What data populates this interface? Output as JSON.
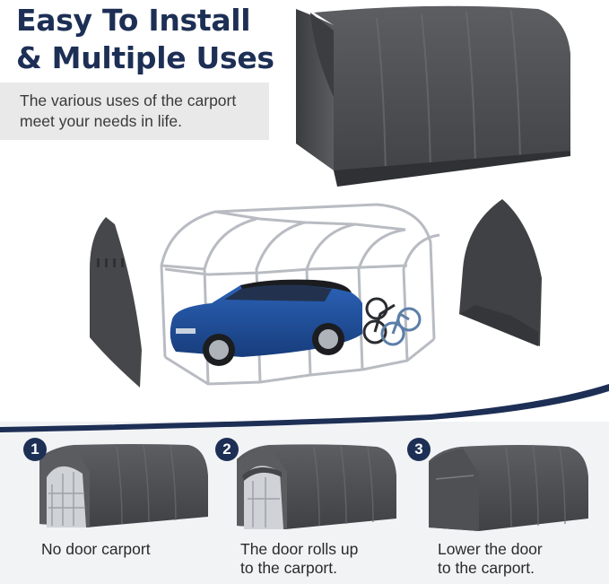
{
  "header": {
    "title_line1": "Easy To Install",
    "title_line2": "& Multiple Uses",
    "subtitle_line1": "The various uses of the carport",
    "subtitle_line2": "meet your needs in life."
  },
  "steps": [
    {
      "number": "1",
      "caption_line1": "No door carport",
      "caption_line2": ""
    },
    {
      "number": "2",
      "caption_line1": "The door rolls up",
      "caption_line2": "to the carport."
    },
    {
      "number": "3",
      "caption_line1": "Lower the door",
      "caption_line2": "to the carport."
    }
  ],
  "colors": {
    "title": "#1d2f55",
    "fabric": "#505256",
    "frame": "#b8bcc2",
    "car": "#1f4f9e",
    "divider": "#1d2f55"
  }
}
